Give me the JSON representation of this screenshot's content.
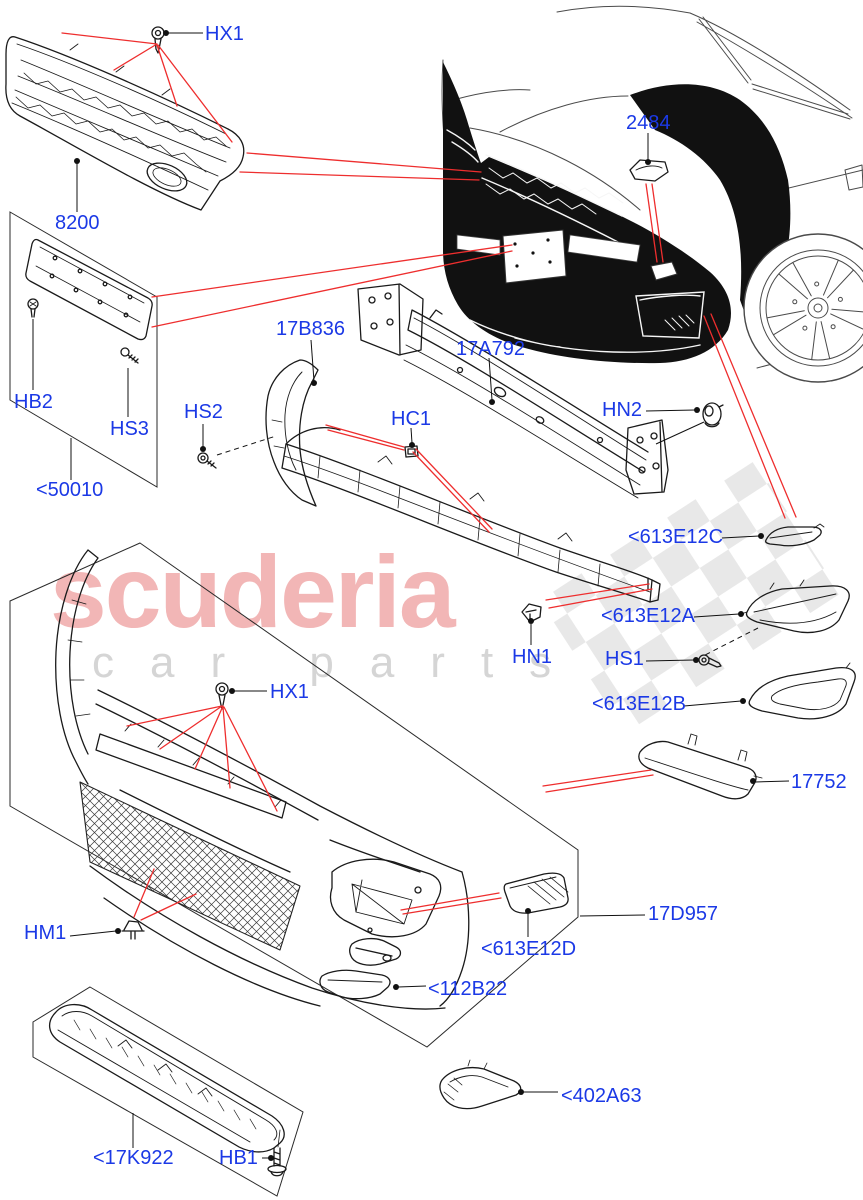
{
  "diagram": {
    "background": "#ffffff",
    "label_color": "#1b39e6",
    "leader_red": "#ee2e2e",
    "line_color": "#1a1a1a",
    "labels": {
      "hx1_top": "HX1",
      "grille": "8200",
      "washer_cover": "2484",
      "side_bracket": "17B836",
      "beam": "17A792",
      "hb2": "HB2",
      "hs3": "HS3",
      "hs2": "HS2",
      "hc1": "HC1",
      "hn2": "HN2",
      "plate_bracket": "<50010",
      "trim_c": "<613E12C",
      "trim_a": "<613E12A",
      "hn1": "HN1",
      "hs1": "HS1",
      "trim_b": "<613E12B",
      "hx1_lower": "HX1",
      "lower_trim": "17752",
      "hm1": "HM1",
      "bumper_cover": "17D957",
      "trim_d": "<613E12D",
      "tow_cover": "<112B22",
      "valance": "<17K922",
      "hb1": "HB1",
      "bracket_402": "<402A63"
    },
    "watermark": {
      "title": "scuderia",
      "subtitle": "car parts"
    }
  }
}
